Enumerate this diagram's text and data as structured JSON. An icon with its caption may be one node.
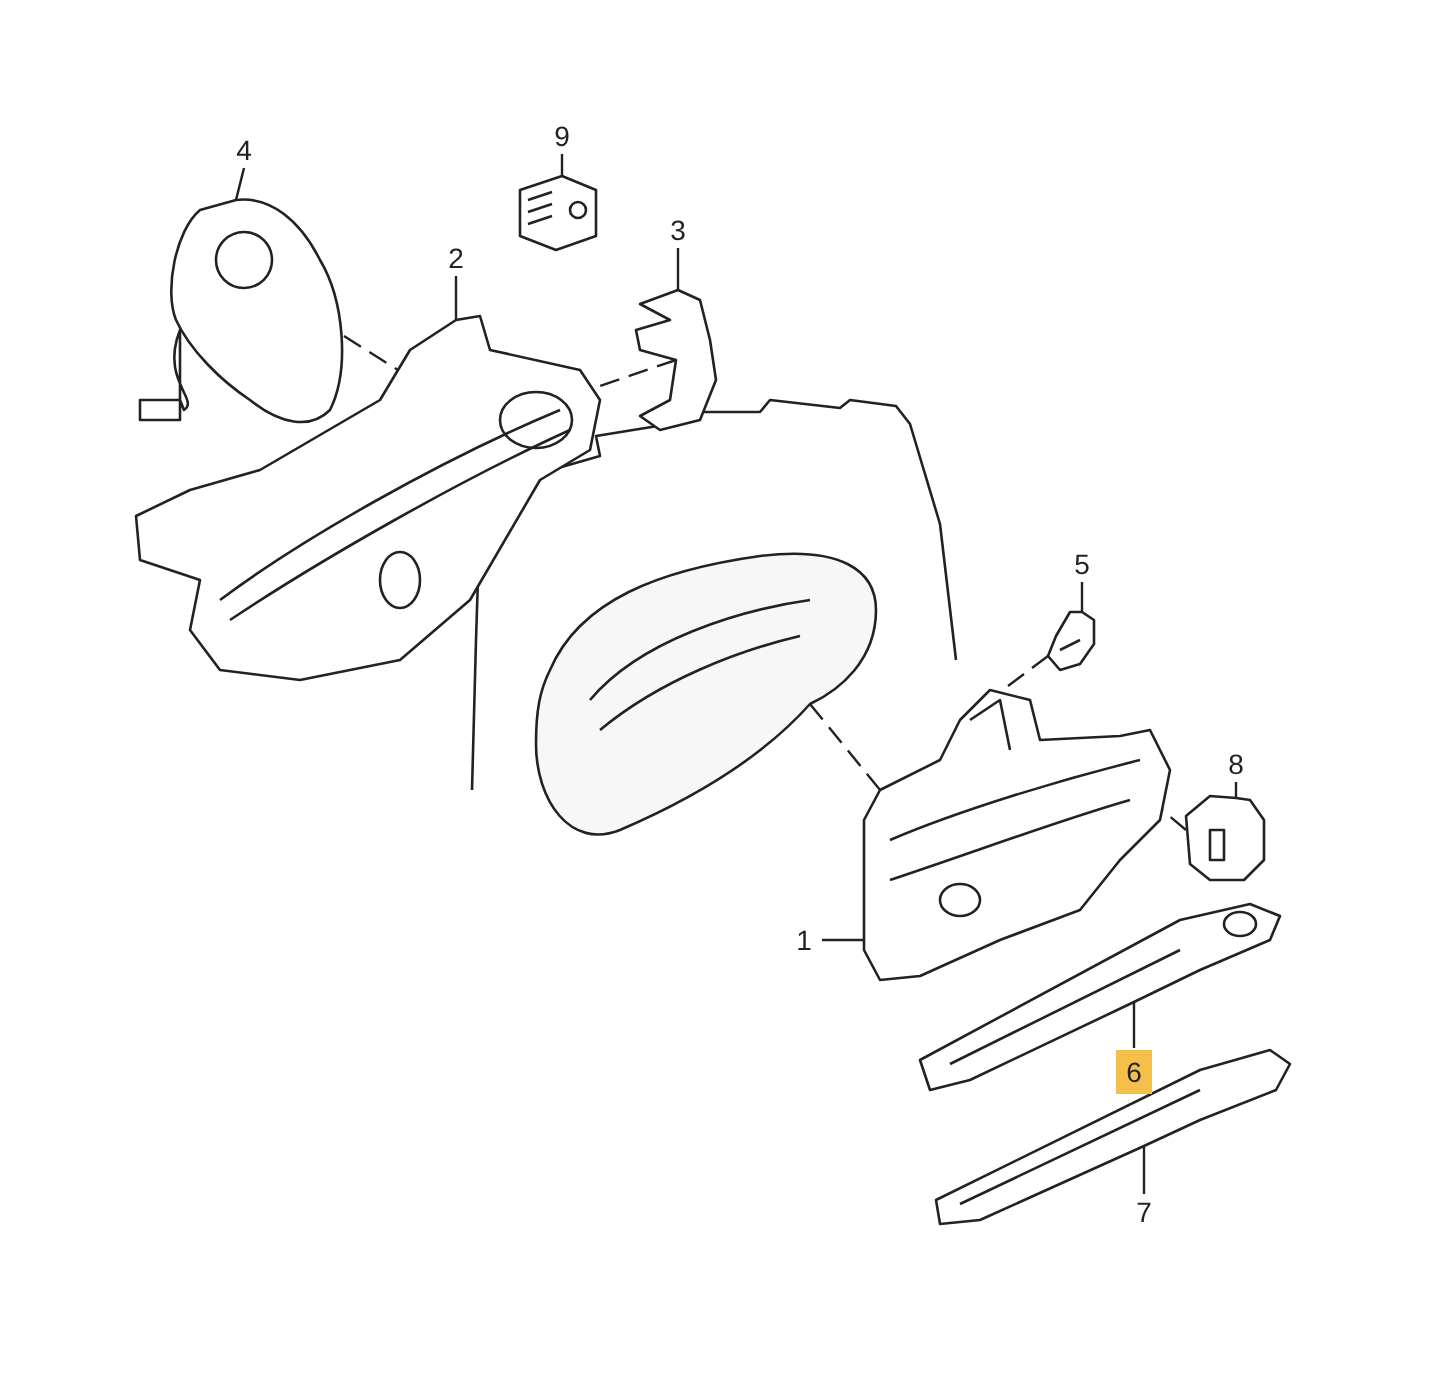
{
  "diagram": {
    "nodes": [
      {
        "text": [
          "4"
        ]
      },
      {
        "text": [
          "9"
        ]
      },
      {
        "text": [
          "2"
        ]
      },
      {
        "text": [
          "3"
        ]
      },
      {
        "text": [
          "5"
        ]
      },
      {
        "text": [
          "8"
        ]
      },
      {
        "text": [
          "1"
        ]
      },
      {
        "text": [
          "6"
        ]
      },
      {
        "text": [
          "7"
        ]
      },
      {
        "text": [],
        "shape": "picture"
      },
      {
        "text": [],
        "shape": "picture"
      },
      {
        "text": [],
        "shape": "picture"
      },
      {
        "text": [],
        "shape": "picture"
      },
      {
        "text": [],
        "shape": "picture"
      },
      {
        "text": [],
        "shape": "picture"
      },
      {
        "text": [],
        "shape": "picture"
      },
      {
        "text": [],
        "shape": "picture"
      },
      {
        "text": [],
        "shape": "picture"
      },
      {
        "text": [],
        "shape": "picture"
      }
    ],
    "edges": [
      {
        "from": 0,
        "to": 9,
        "arrow": "none"
      },
      {
        "from": 1,
        "to": 10,
        "arrow": "none"
      },
      {
        "from": 2,
        "to": 11,
        "arrow": "none"
      },
      {
        "from": 3,
        "to": 12,
        "arrow": "none"
      },
      {
        "from": 4,
        "to": 13,
        "arrow": "none"
      },
      {
        "from": 5,
        "to": 14,
        "arrow": "none"
      },
      {
        "from": 6,
        "to": 15,
        "arrow": "none"
      },
      {
        "from": 7,
        "to": 16,
        "arrow": "none"
      },
      {
        "from": 8,
        "to": 17,
        "arrow": "none"
      },
      {
        "from": 9,
        "to": 11,
        "arrow": "none",
        "style": "dashed"
      },
      {
        "from": 12,
        "to": 11,
        "arrow": "none",
        "style": "dashed"
      },
      {
        "from": 13,
        "to": 15,
        "arrow": "none",
        "style": "dashed"
      },
      {
        "from": 14,
        "to": 15,
        "arrow": "none",
        "style": "dashed"
      },
      {
        "from": 18,
        "to": 15,
        "arrow": "none",
        "style": "dashed"
      }
    ]
  }
}
